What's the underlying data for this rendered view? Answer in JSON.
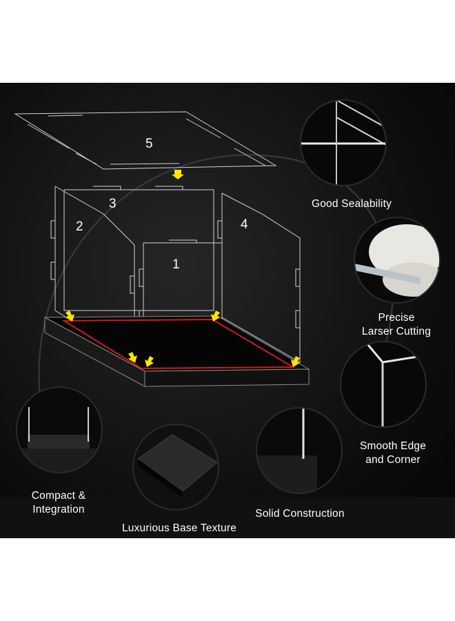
{
  "panels": {
    "p1": "1",
    "p2": "2",
    "p3": "3",
    "p4": "4",
    "p5": "5"
  },
  "features": {
    "good_sealability": "Good Sealability",
    "precise_line1": "Precise",
    "precise_line2": "Larser Cutting",
    "smooth_line1": "Smooth Edge",
    "smooth_line2": "and Corner",
    "compact_line1": "Compact &",
    "compact_line2": "Integration",
    "solid": "Solid Construction",
    "luxurious": "Luxurious Base Texture"
  },
  "colors": {
    "background": "#0c0c0c",
    "arrow": "#ffe600",
    "base_outline": "#d11a1a",
    "panel_line": "#cfd3d6"
  }
}
